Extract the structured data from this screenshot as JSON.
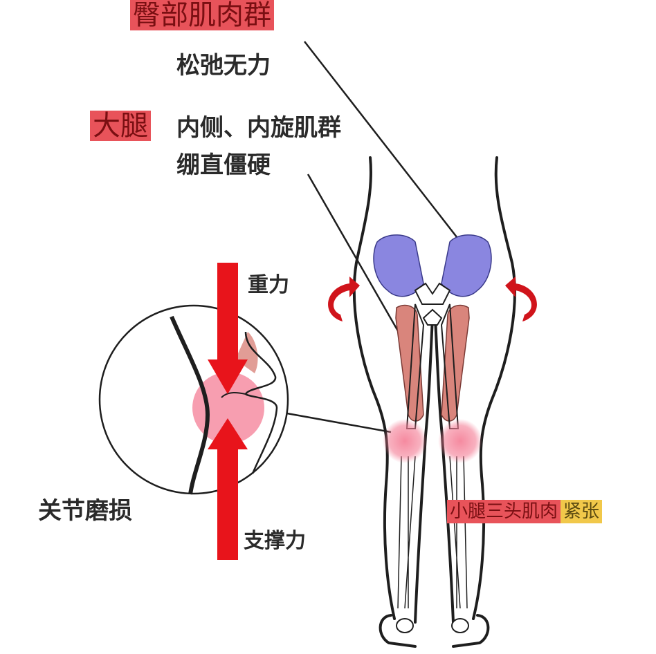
{
  "labels": {
    "glutes_title": "臀部肌肉群",
    "glutes_desc": "松弛无力",
    "thigh_title": "大腿",
    "thigh_desc_line1": "内侧、内旋肌群",
    "thigh_desc_line2": "绷直僵硬",
    "gravity": "重力",
    "support_force": "支撑力",
    "joint_wear": "关节磨损",
    "calf_title": "小腿三头肌肉",
    "calf_state": "紧张"
  },
  "colors": {
    "highlight_red": "#e8535a",
    "highlight_yellow": "#f1c84a",
    "arrow_red": "#e8141b",
    "glute_muscle_blue": "#8a86e0",
    "thigh_muscle_pink": "#d9857c",
    "knee_glow": "#f47d95",
    "outline": "#1e1e1e"
  },
  "icons": {
    "gravity_arrow": "arrow-down-icon",
    "support_arrow": "arrow-up-icon",
    "rotation_left": "curved-arrow-left-icon",
    "rotation_right": "curved-arrow-right-icon"
  }
}
